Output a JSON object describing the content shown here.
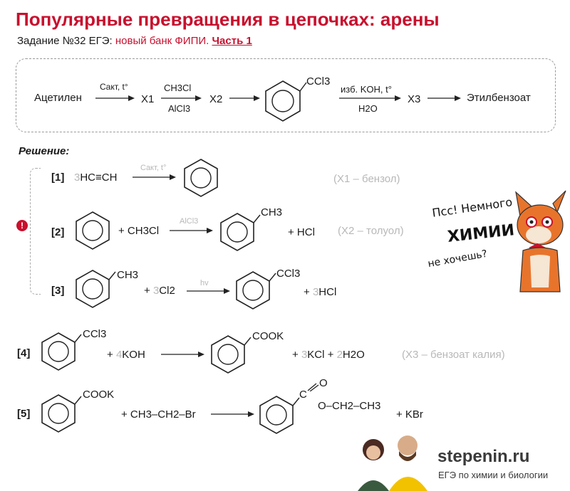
{
  "header": {
    "title": "Популярные превращения в цепочках: арены",
    "subtitle_prefix": "Задание №32 ЕГЭ:",
    "subtitle_bank": "новый банк ФИПИ.",
    "subtitle_part": "Часть 1"
  },
  "chain": {
    "start": "Ацетилен",
    "step1_top": "Cакт, t°",
    "x1": "X1",
    "step2_top": "CH3Cl",
    "step2_bottom": "AlCl3",
    "x2": "X2",
    "ring_group": "CCl3",
    "step4_top": "изб. KOH, t°",
    "step4_bottom": "H2O",
    "x3": "X3",
    "end": "Этилбензоат"
  },
  "solution": {
    "heading": "Решение:",
    "r1": {
      "label": "[1]",
      "coef": "3",
      "reactant": "HC≡CH",
      "cond": "Cакт, t°",
      "note": "(X1 – бензол)"
    },
    "r2": {
      "label": "[2]",
      "plus1": "+ CH3Cl",
      "cond": "AlCl3",
      "group": "CH3",
      "plus2": "+ HCl",
      "note": "(X2 – толуол)"
    },
    "r3": {
      "label": "[3]",
      "group": "CH3",
      "plus": "+",
      "coef": "3",
      "reagent": "Cl2",
      "cond": "hv",
      "product_group": "CCl3",
      "plus2": "+",
      "coef2": "3",
      "byproduct": "HCl"
    },
    "r4": {
      "label": "[4]",
      "group": "CCl3",
      "plus": "+",
      "coef": "4",
      "reagent": "KOH",
      "product_group": "COOK",
      "plus2": "+",
      "coef2": "3",
      "byproduct1": "KCl",
      "plus3": "+",
      "coef3": "2",
      "byproduct2": "H2O",
      "note": "(X3 – бензоат калия)"
    },
    "r5": {
      "label": "[5]",
      "group": "COOK",
      "plus": "+ CH3–CH2–Br",
      "ester_o": "O",
      "ester_chain": "O–CH2–CH3",
      "ester_c": "C",
      "byproduct": "+ KBr"
    }
  },
  "promo": {
    "speech_line1": "Псс! Немного",
    "speech_line2": "ХИМИИ",
    "speech_line3": "не хочешь?",
    "site": "stepenin.ru",
    "tagline": "ЕГЭ по химии и биологии"
  },
  "colors": {
    "accent": "#c8102e",
    "muted": "#b8b8b8",
    "fox": "#e8742c"
  }
}
